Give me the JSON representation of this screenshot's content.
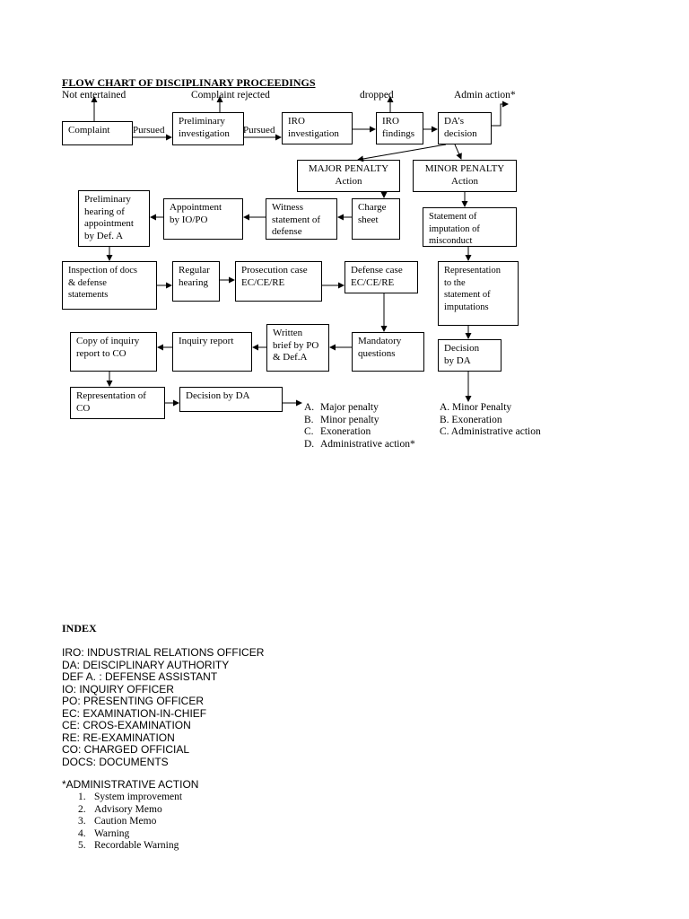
{
  "title": "FLOW CHART OF DISCIPLINARY PROCEEDINGS",
  "outcomes": {
    "not_entertained": "Not entertained",
    "complaint_rejected": "Complaint rejected",
    "dropped": "dropped",
    "admin_action": "Admin action*"
  },
  "edge_labels": {
    "pursued_1": "Pursued",
    "pursued_2": "Pursued"
  },
  "nodes": {
    "complaint": "Complaint",
    "preliminary_investigation": "Preliminary\ninvestigation",
    "iro_investigation": "IRO\ninvestigation",
    "iro_findings": "IRO\nfindings",
    "das_decision": "DA’s\ndecision",
    "major_penalty": "MAJOR PENALTY\nAction",
    "minor_penalty": "MINOR PENALTY\nAction",
    "preliminary_hearing": "Preliminary\nhearing of\nappointment\nby Def. A",
    "appointment": "Appointment\nby IO/PO",
    "witness": "Witness\nstatement of\ndefense",
    "charge_sheet": "Charge\nsheet",
    "statement_imputation": "Statement of\nimputation of\nmisconduct",
    "inspection": "Inspection of docs\n& defense\nstatements",
    "regular_hearing": "Regular\nhearing",
    "prosecution_case": "Prosecution case\nEC/CE/RE",
    "defense_case": "Defense case\nEC/CE/RE",
    "representation_statement": "Representation\nto the\nstatement of\nimputations",
    "copy_inquiry": "Copy of inquiry\nreport to CO",
    "inquiry_report": "Inquiry report",
    "written_brief": "Written\nbrief by PO\n& Def.A",
    "mandatory_questions": "Mandatory\nquestions",
    "decision_da_minor": "Decision\nby DA",
    "representation_co": "Representation of\nCO",
    "decision_da_major": "Decision by DA"
  },
  "major_outcomes": [
    {
      "marker": "A.",
      "text": "Major penalty"
    },
    {
      "marker": "B.",
      "text": "Minor penalty"
    },
    {
      "marker": "C.",
      "text": "Exoneration"
    },
    {
      "marker": "D.",
      "text": "Administrative action*"
    }
  ],
  "minor_outcomes": [
    "A. Minor Penalty",
    "B. Exoneration",
    "C. Administrative action"
  ],
  "index": {
    "heading": "INDEX",
    "entries": [
      "IRO: INDUSTRIAL RELATIONS OFFICER",
      "DA: DEISCIPLINARY AUTHORITY",
      "DEF A. : DEFENSE ASSISTANT",
      "IO: INQUIRY OFFICER",
      "PO: PRESENTING OFFICER",
      "EC: EXAMINATION-IN-CHIEF",
      "CE: CROS-EXAMINATION",
      "RE: RE-EXAMINATION",
      "CO: CHARGED OFFICIAL",
      "DOCS: DOCUMENTS"
    ]
  },
  "admin_action": {
    "heading": "*ADMINISTRATIVE ACTION",
    "items": [
      {
        "marker": "1.",
        "text": "System improvement"
      },
      {
        "marker": "2.",
        "text": "Advisory Memo"
      },
      {
        "marker": "3.",
        "text": "Caution Memo"
      },
      {
        "marker": "4.",
        "text": "Warning"
      },
      {
        "marker": "5.",
        "text": "Recordable Warning"
      }
    ]
  }
}
